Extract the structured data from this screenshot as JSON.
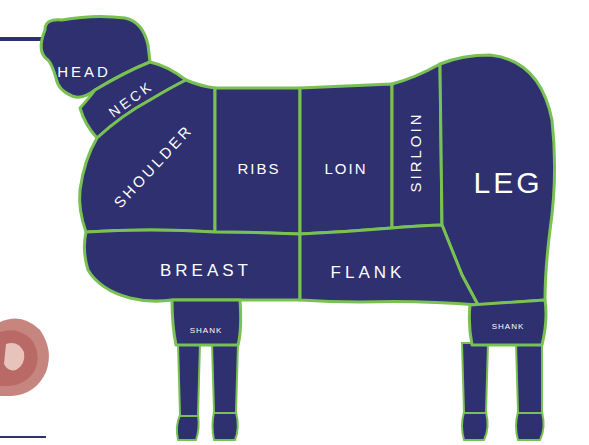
{
  "diagram": {
    "nodes": [
      {
        "text": [
          "HEAD"
        ]
      },
      {
        "text": [
          "NECK"
        ]
      },
      {
        "text": [
          "SHOULDER"
        ]
      },
      {
        "text": [
          "RIBS"
        ]
      },
      {
        "text": [
          "LOIN"
        ]
      },
      {
        "text": [
          "SIRLOIN"
        ]
      },
      {
        "text": [
          "LEG"
        ]
      },
      {
        "text": [
          "BREAST"
        ]
      },
      {
        "text": [
          "FLANK"
        ]
      },
      {
        "text": [
          "SHANK"
        ]
      },
      {
        "text": [
          "SHANK"
        ]
      }
    ]
  }
}
